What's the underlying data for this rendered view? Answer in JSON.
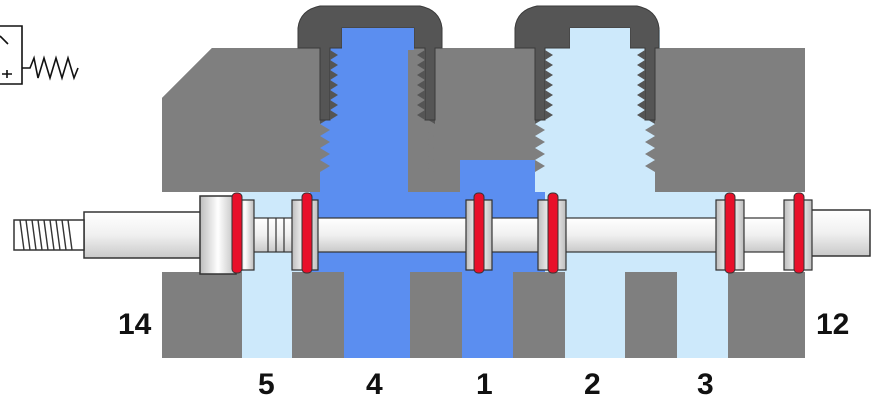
{
  "diagram": {
    "ports": {
      "five": "5",
      "four": "4",
      "one": "1",
      "two": "2",
      "three": "3"
    },
    "pilots": {
      "left": "14",
      "right": "12"
    }
  },
  "colors": {
    "body": "#7f7f7f",
    "fitting": "#555555",
    "pressure": "#5b8ef0",
    "exhaust": "#cde9fb",
    "seal": "#e8102a",
    "spool": "#f3f3f3"
  }
}
